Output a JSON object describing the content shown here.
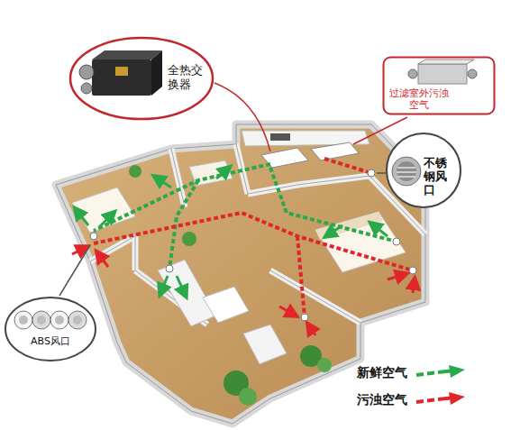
{
  "diagram": {
    "nodes": [
      {
        "text": [
          "全热交换器"
        ]
      },
      {
        "text": [
          "过滤室外污浊空气"
        ]
      },
      {
        "text": [
          "不锈钢风口"
        ]
      },
      {
        "text": [
          "ABS风口"
        ]
      }
    ],
    "legend": [
      {
        "text": "新鲜空气"
      },
      {
        "text": "污浊空气"
      }
    ]
  }
}
